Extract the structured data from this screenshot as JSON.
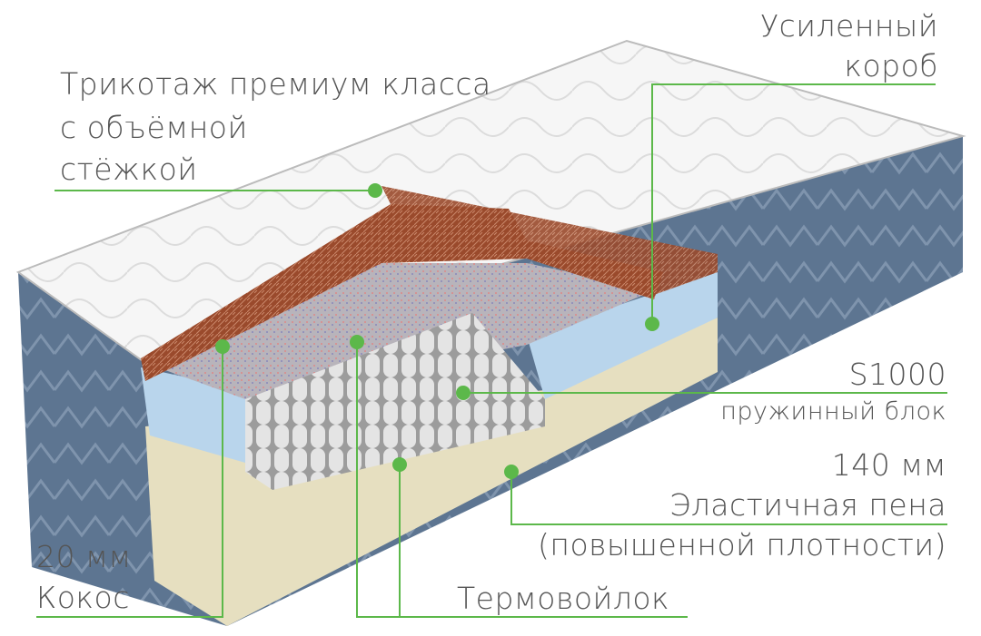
{
  "labels": {
    "fabric": [
      "Трикотаж премиум класса",
      "с объёмной",
      "стёжкой"
    ],
    "box": [
      "Усиленный",
      "короб"
    ],
    "spring": [
      "S1000",
      "пружинный блок"
    ],
    "foam": [
      "140 мм",
      "Эластичная пена",
      "(повышенной плотности)"
    ],
    "coconut": [
      "20 мм",
      "Кокос"
    ],
    "felt": "Термовойлок"
  },
  "colors": {
    "leader": "#5cb84a",
    "text": "#555555",
    "side": "#5d7591",
    "coir": "#9a4a2c",
    "foam_blue": "#b9d5ec",
    "foam_base": "#e6dfc0"
  }
}
